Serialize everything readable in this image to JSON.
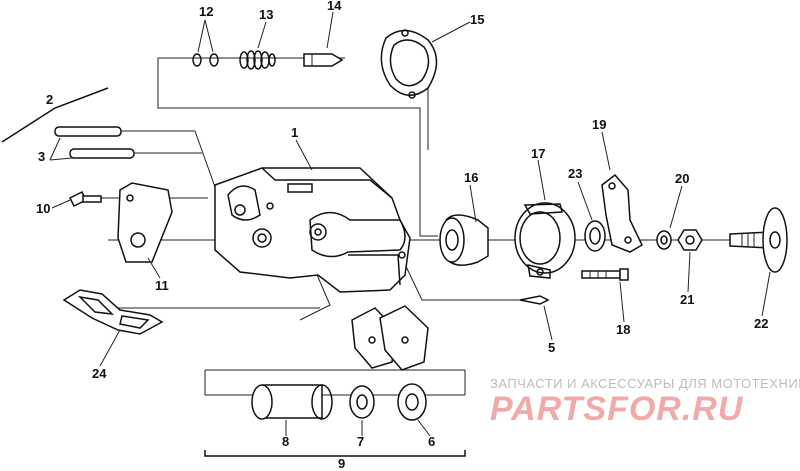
{
  "diagram": {
    "callouts": {
      "n1": "1",
      "n2": "2",
      "n3": "3",
      "n5": "5",
      "n6": "6",
      "n7": "7",
      "n8": "8",
      "n9": "9",
      "n10": "10",
      "n11": "11",
      "n12": "12",
      "n13": "13",
      "n14": "14",
      "n15": "15",
      "n16": "16",
      "n17": "17",
      "n18": "18",
      "n19": "19",
      "n20": "20",
      "n21": "21",
      "n22": "22",
      "n23": "23",
      "n24": "24"
    }
  },
  "watermark": {
    "caption": "ЗАПЧАСТИ И АКСЕССУАРЫ ДЛЯ МОТОТЕХНИКИ",
    "brand": "PARTSFOR.RU"
  },
  "colors": {
    "ink": "#111111",
    "watermark_caption": "#bdbdbd",
    "watermark_brand": "#f2a9a9"
  }
}
